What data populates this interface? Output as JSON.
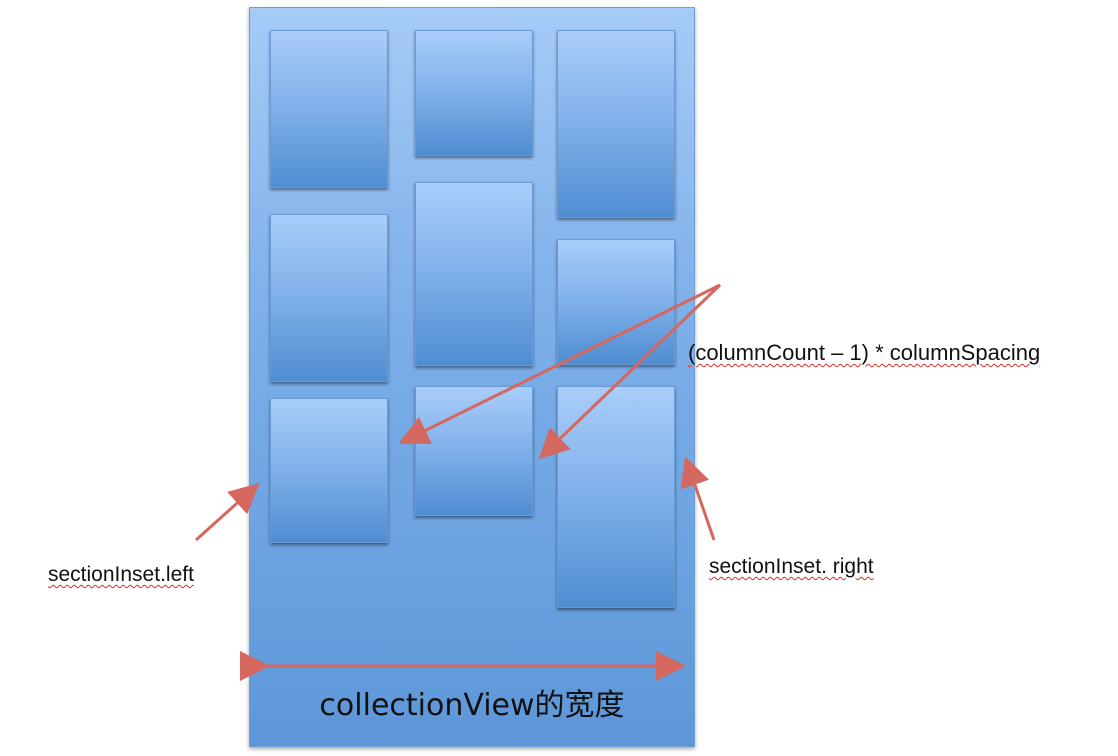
{
  "labels": {
    "column_spacing_formula": "(columnCount – 1)  *  columnSpacing",
    "section_inset_left": "sectionInset.left",
    "section_inset_right": "sectionInset. right",
    "collection_view_width": "collectionView的宽度"
  },
  "colors": {
    "arrow": "#d4685f",
    "panel": "#7eb0ea",
    "cell": "#6fa3e2"
  }
}
